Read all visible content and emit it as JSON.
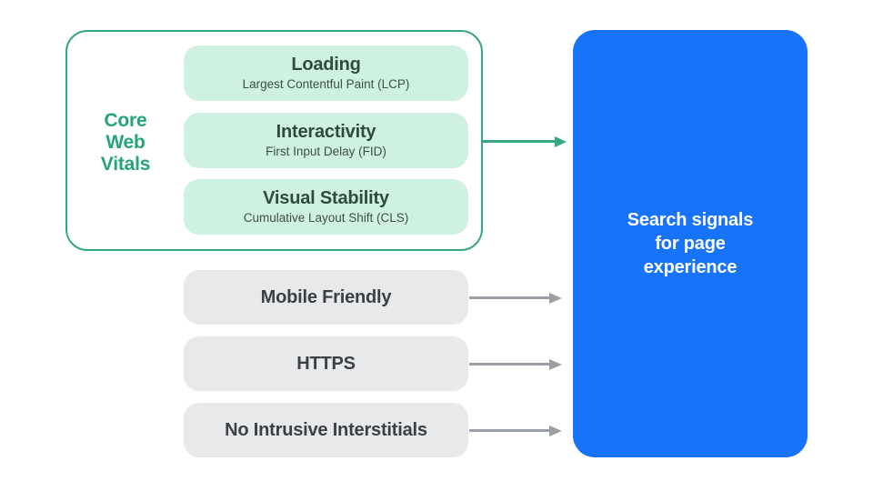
{
  "colors": {
    "background": "#FFFFFF",
    "green_border": "#34A883",
    "green_label_text": "#23A47A",
    "green_pill_bg": "#CFF1E1",
    "green_pill_title_text": "#31493F",
    "green_pill_subtitle_text": "#3F4E48",
    "gray_pill_bg": "#E8E9EB",
    "gray_pill_text": "#3C4043",
    "gray_arrow": "#9AA0A6",
    "blue_box_bg": "#1673FA",
    "blue_box_text": "#FFFFFF"
  },
  "core_web_vitals": {
    "label_lines": {
      "0": "Core",
      "1": "Web",
      "2": "Vitals"
    },
    "pills": [
      {
        "title": "Loading",
        "subtitle": "Largest Contentful Paint (LCP)"
      },
      {
        "title": "Interactivity",
        "subtitle": "First Input Delay (FID)"
      },
      {
        "title": "Visual Stability",
        "subtitle": "Cumulative Layout Shift (CLS)"
      }
    ]
  },
  "other_signals": [
    {
      "label": "Mobile Friendly"
    },
    {
      "label": "HTTPS"
    },
    {
      "label": "No Intrusive Interstitials"
    }
  ],
  "search_box": {
    "lines": {
      "0": "Search signals",
      "1": "for page",
      "2": "experience"
    }
  }
}
